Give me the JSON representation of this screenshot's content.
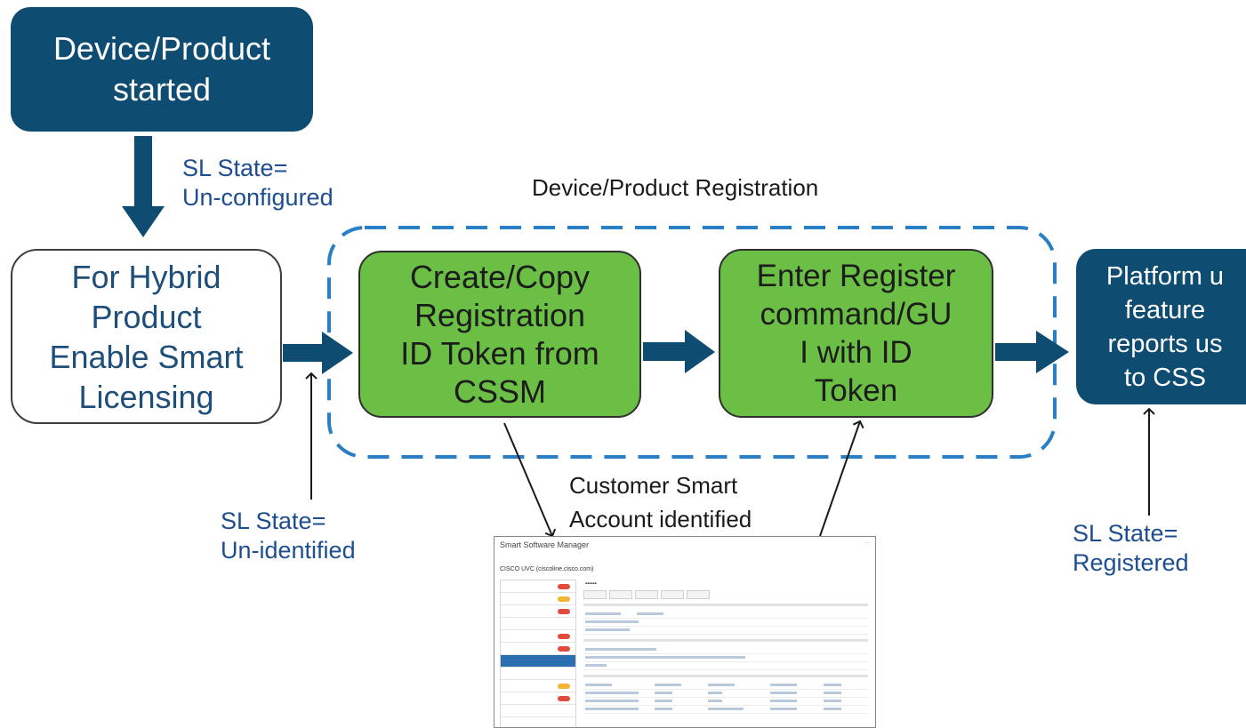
{
  "diagram": {
    "start_box": "Device/Product\nstarted",
    "hybrid_box": "For Hybrid\nProduct\nEnable Smart\nLicensing",
    "create_box": "Create/Copy\nRegistration\nID Token from\nCSSM",
    "enter_box": "Enter Register\ncommand/GU\nI with ID\nToken",
    "platform_box": "Platform u\nfeature\nreports us\nto CSS",
    "registration_group_title": "Device/Product Registration",
    "state_unconfigured": "SL State=\nUn-configured",
    "state_unidentified": "SL State=\nUn-identified",
    "state_registered": "SL State=\nRegistered",
    "customer_label": "Customer Smart\nAccount identified"
  },
  "screenshot": {
    "header": "Smart Software Manager",
    "account": "CISCO UVC (ciscoline.cisco.com)"
  },
  "colors": {
    "dark_box": "#0f4c72",
    "green_box": "#6bbf45",
    "arrow": "#0f4c72",
    "dashed_border": "#2a7fc4",
    "state_text": "#1d4e8f"
  }
}
